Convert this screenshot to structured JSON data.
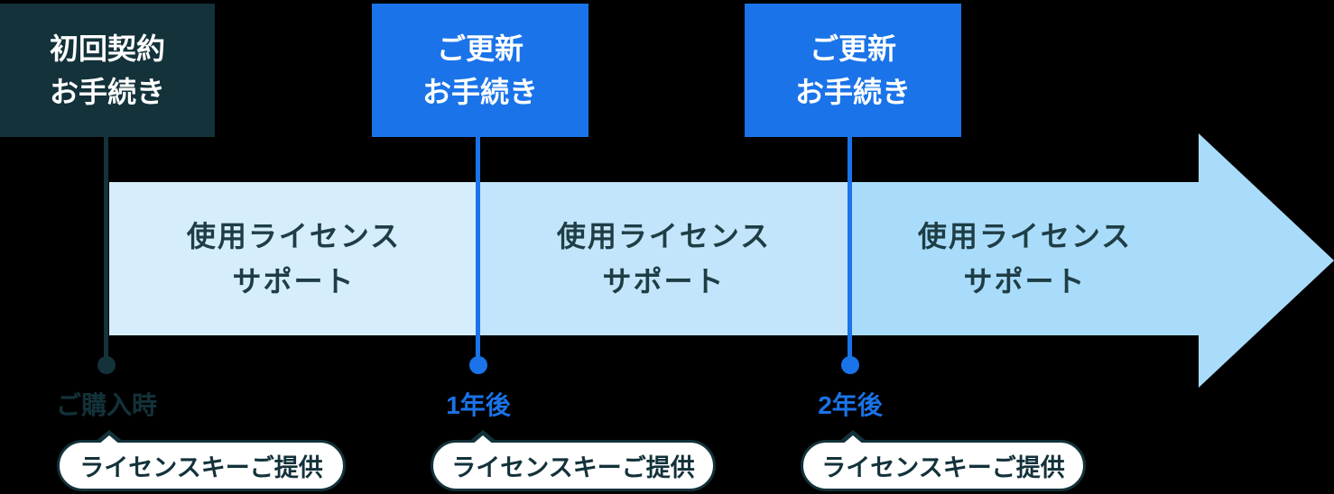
{
  "colors": {
    "dark": "#13323a",
    "blue": "#1a73e8",
    "seg1": "#d6eefc",
    "seg2": "#c2e5fb",
    "seg3": "#a9dcfa",
    "band_text": "#1e3d45",
    "bubble_bg": "#ffffff"
  },
  "timeline": {
    "milestones": [
      {
        "box_line1": "初回契約",
        "box_line2": "お手続き",
        "time_label": "ご購入時",
        "bubble_label": "ライセンスキーご提供"
      },
      {
        "box_line1": "ご更新",
        "box_line2": "お手続き",
        "time_label": "1年後",
        "bubble_label": "ライセンスキーご提供"
      },
      {
        "box_line1": "ご更新",
        "box_line2": "お手続き",
        "time_label": "2年後",
        "bubble_label": "ライセンスキーご提供"
      }
    ],
    "segments": [
      {
        "line1": "使用ライセンス",
        "line2": "サポート"
      },
      {
        "line1": "使用ライセンス",
        "line2": "サポート"
      },
      {
        "line1": "使用ライセンス",
        "line2": "サポート"
      }
    ]
  }
}
